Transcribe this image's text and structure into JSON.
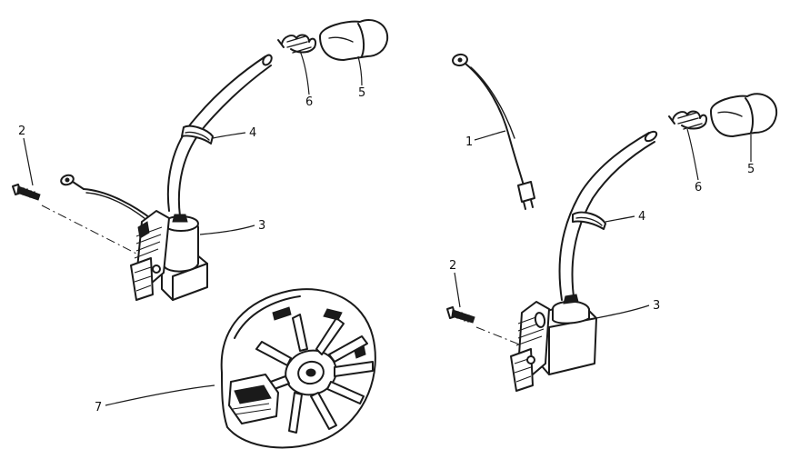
{
  "callouts": {
    "left_2": "2",
    "left_3": "3",
    "left_4": "4",
    "left_5": "5",
    "left_6": "6",
    "right_1": "1",
    "right_2": "2",
    "right_3": "3",
    "right_4": "4",
    "right_5": "5",
    "right_6": "6",
    "flywheel_7": "7"
  },
  "colors": {
    "ink": "#1a1a1a",
    "paper": "#ffffff"
  }
}
